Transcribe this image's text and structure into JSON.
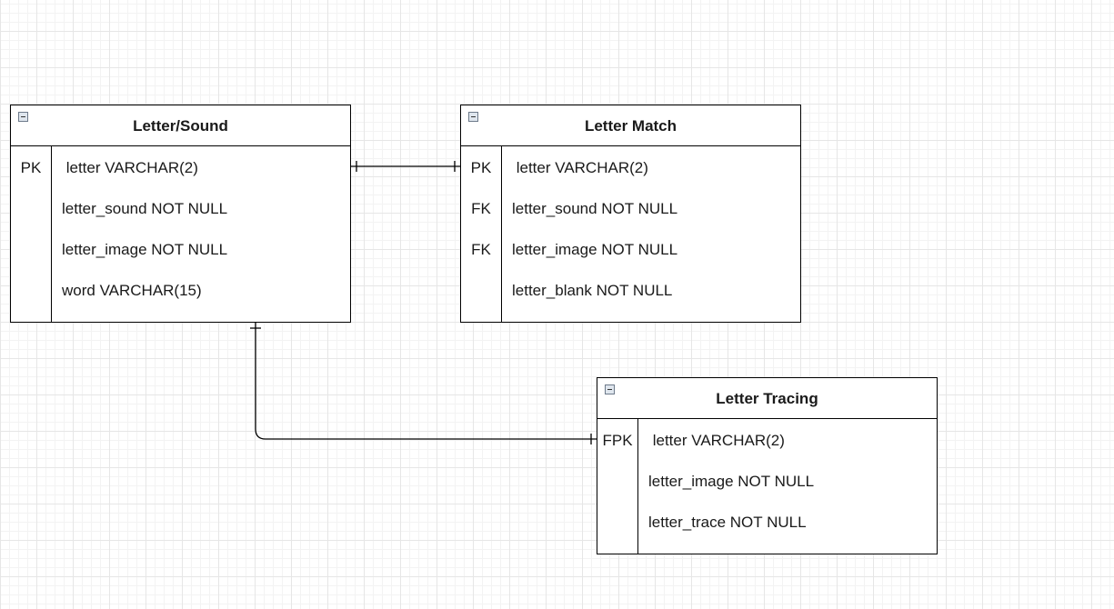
{
  "tables": [
    {
      "title": "Letter/Sound",
      "rows": [
        {
          "key": "PK",
          "field": " letter VARCHAR(2)"
        },
        {
          "key": "",
          "field": "letter_sound NOT NULL"
        },
        {
          "key": "",
          "field": "letter_image NOT NULL"
        },
        {
          "key": "",
          "field": "word VARCHAR(15)"
        }
      ]
    },
    {
      "title": "Letter Match",
      "rows": [
        {
          "key": "PK",
          "field": " letter VARCHAR(2)"
        },
        {
          "key": "FK",
          "field": "letter_sound NOT NULL"
        },
        {
          "key": "FK",
          "field": "letter_image NOT NULL"
        },
        {
          "key": "",
          "field": "letter_blank NOT NULL"
        }
      ]
    },
    {
      "title": "Letter Tracing",
      "rows": [
        {
          "key": "FPK",
          "field": " letter VARCHAR(2)"
        },
        {
          "key": "",
          "field": "letter_image NOT NULL"
        },
        {
          "key": "",
          "field": "letter_trace NOT NULL"
        }
      ]
    }
  ]
}
